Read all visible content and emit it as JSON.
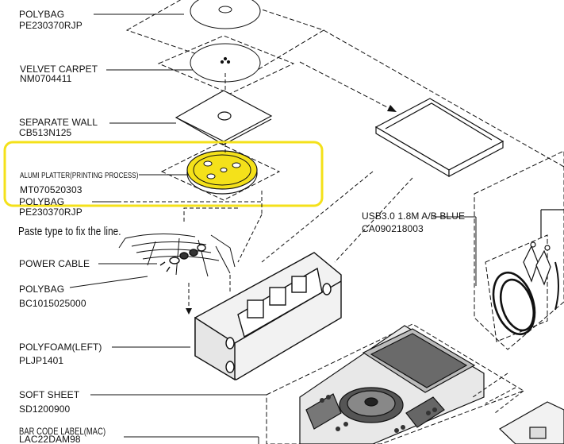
{
  "labels": {
    "polybag_top_name": "POLYBAG",
    "polybag_top_code": "PE230370RJP",
    "velvet_name": "VELVET CARPET",
    "velvet_code": "NM0704411",
    "wall_name": "SEPARATE WALL",
    "wall_code": "CB513N125",
    "platter_name": "ALUMI PLATTER(PRINTING PROCESS)",
    "platter_code": "MT070520303",
    "polybag_mid_name": "POLYBAG",
    "polybag_mid_code": "PE230370RJP",
    "paste_note": "Paste type to fix the line.",
    "power_name": "POWER CABLE",
    "polybag_low_name": "POLYBAG",
    "polybag_low_code": "BC1015025000",
    "foam_name": "POLYFOAM(LEFT)",
    "foam_code": "PLJP1401",
    "sheet_name": "SOFT SHEET",
    "sheet_code": "SD1200900",
    "barcode_name": "BAR CODE LABEL(MAC)",
    "barcode_code": "LAC22DAM98",
    "usb_name": "USB3.0 1.8M A/B BLUE",
    "usb_code": "CA090218003"
  },
  "colors": {
    "highlight": "#f4e11a",
    "ink": "#111111"
  }
}
